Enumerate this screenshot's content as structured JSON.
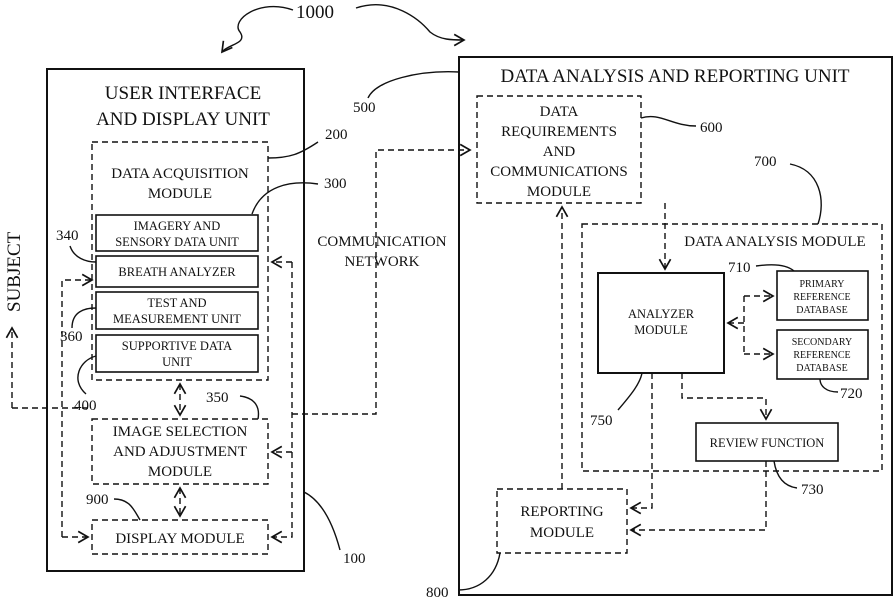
{
  "figure_number": "1000",
  "subject_label": "SUBJECT",
  "network": {
    "line1": "COMMUNICATION",
    "line2": "NETWORK"
  },
  "ui_unit": {
    "title_line1": "USER INTERFACE",
    "title_line2": "AND DISPLAY UNIT",
    "ref": "100",
    "acquisition": {
      "line1": "DATA ACQUISITION",
      "line2": "MODULE",
      "ref": "200",
      "ref_inner": "300",
      "units": [
        {
          "line1": "IMAGERY AND",
          "line2": "SENSORY DATA UNIT",
          "ref": "340"
        },
        {
          "line1": "BREATH ANALYZER",
          "line2": "",
          "ref": ""
        },
        {
          "line1": "TEST AND",
          "line2": "MEASUREMENT UNIT",
          "ref": "360"
        },
        {
          "line1": "SUPPORTIVE DATA",
          "line2": "UNIT",
          "ref": "400"
        }
      ]
    },
    "image_selection": {
      "line1": "IMAGE SELECTION",
      "line2": "AND ADJUSTMENT",
      "line3": "MODULE",
      "ref": "350"
    },
    "display": {
      "label": "DISPLAY MODULE",
      "ref": "900"
    }
  },
  "analysis_unit": {
    "title": "DATA ANALYSIS AND REPORTING UNIT",
    "ref": "500",
    "requirements": {
      "line1": "DATA",
      "line2": "REQUIREMENTS",
      "line3": "AND",
      "line4": "COMMUNICATIONS",
      "line5": "MODULE",
      "ref": "600"
    },
    "analysis_module": {
      "title": "DATA ANALYSIS MODULE",
      "ref": "700",
      "analyzer": {
        "line1": "ANALYZER",
        "line2": "MODULE",
        "ref": "750"
      },
      "primary_db": {
        "line1": "PRIMARY",
        "line2": "REFERENCE",
        "line3": "DATABASE",
        "ref": "710"
      },
      "secondary_db": {
        "line1": "SECONDARY",
        "line2": "REFERENCE",
        "line3": "DATABASE",
        "ref": "720"
      },
      "review": {
        "label": "REVIEW FUNCTION",
        "ref": "730"
      }
    },
    "reporting": {
      "line1": "REPORTING",
      "line2": "MODULE",
      "ref": "800"
    }
  }
}
